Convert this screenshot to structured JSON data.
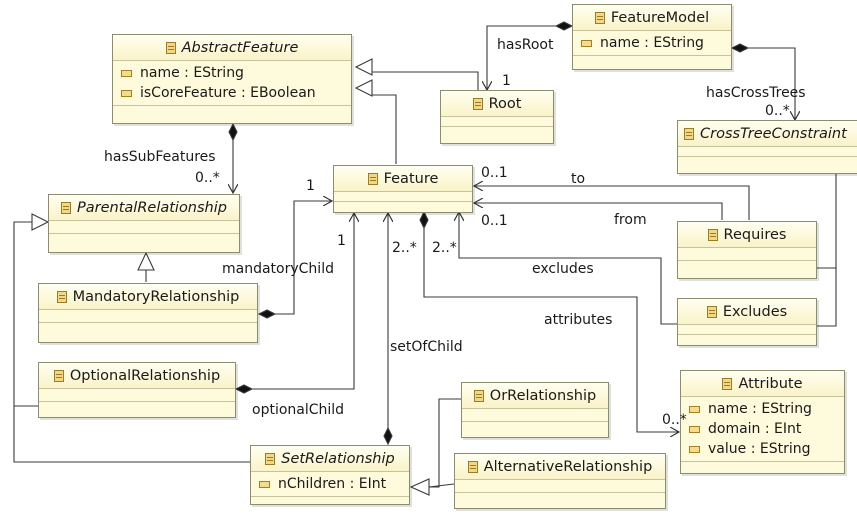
{
  "classes": {
    "abstract_feature": {
      "name": "AbstractFeature",
      "attrs": [
        "name : EString",
        "isCoreFeature : EBoolean"
      ]
    },
    "feature_model": {
      "name": "FeatureModel",
      "attrs": [
        "name : EString"
      ]
    },
    "root": {
      "name": "Root"
    },
    "cross_tree_constraint": {
      "name": "CrossTreeConstraint"
    },
    "feature": {
      "name": "Feature"
    },
    "parental_relationship": {
      "name": "ParentalRelationship"
    },
    "mandatory_relationship": {
      "name": "MandatoryRelationship"
    },
    "requires": {
      "name": "Requires"
    },
    "excludes": {
      "name": "Excludes"
    },
    "optional_relationship": {
      "name": "OptionalRelationship"
    },
    "or_relationship": {
      "name": "OrRelationship"
    },
    "attribute": {
      "name": "Attribute",
      "attrs": [
        "name : EString",
        "domain : EInt",
        "value : EString"
      ]
    },
    "alternative_relationship": {
      "name": "AlternativeRelationship"
    },
    "set_relationship": {
      "name": "SetRelationship",
      "attrs": [
        "nChildren : EInt"
      ]
    }
  },
  "labels": {
    "has_root": "hasRoot",
    "has_root_mult": "1",
    "has_cross_trees": "hasCrossTrees",
    "has_cross_trees_mult": "0..*",
    "has_sub_features": "hasSubFeatures",
    "has_sub_features_mult": "0..*",
    "to": "to",
    "to_mult": "0..1",
    "from": "from",
    "from_mult": "0..1",
    "excludes": "excludes",
    "mandatory_child": "mandatoryChild",
    "mandatory_child_mult_a": "1",
    "mandatory_child_mult_b": "1",
    "set_of_child": "setOfChild",
    "set_of_child_mult": "2..*",
    "excludes_mult": "2..*",
    "attributes": "attributes",
    "attributes_mult": "0..*",
    "optional_child": "optionalChild"
  }
}
